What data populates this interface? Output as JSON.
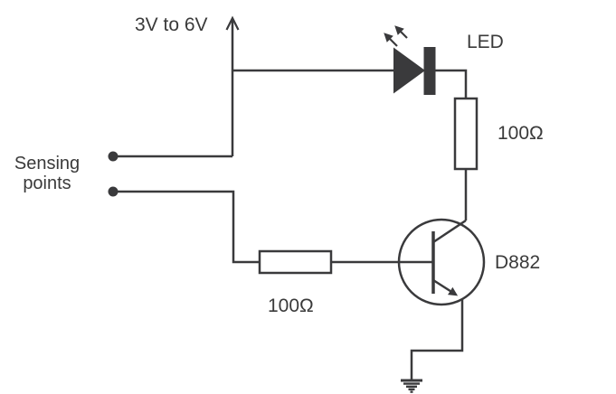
{
  "diagram": {
    "colors": {
      "line": "#3a3a3c",
      "text": "#3a3a3a",
      "background": "#ffffff"
    },
    "labels": {
      "supply_voltage": "3V to 6V",
      "led": "LED",
      "led_resistor_value": "100Ω",
      "sensing_points": "Sensing\npoints",
      "base_resistor_value": "100Ω",
      "transistor_part": "D882"
    }
  }
}
